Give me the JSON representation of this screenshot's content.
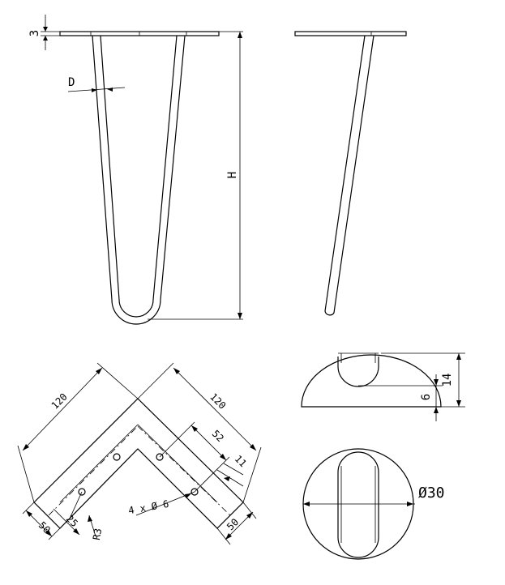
{
  "labels": {
    "thickness": "3",
    "diameter": "D",
    "height": "H",
    "plate_side_left": "120",
    "plate_side_right": "120",
    "hole_spacing": "52",
    "hole_offset": "11",
    "holes": "4 x Ø 6",
    "arm_width_left": "50",
    "hole_edge": "25",
    "corner_radius": "R3",
    "arm_width_right": "50",
    "foot_height": "14",
    "foot_inner": "6",
    "foot_diameter": "Ø30"
  },
  "colors": {
    "line": "#000000",
    "background": "#ffffff"
  }
}
